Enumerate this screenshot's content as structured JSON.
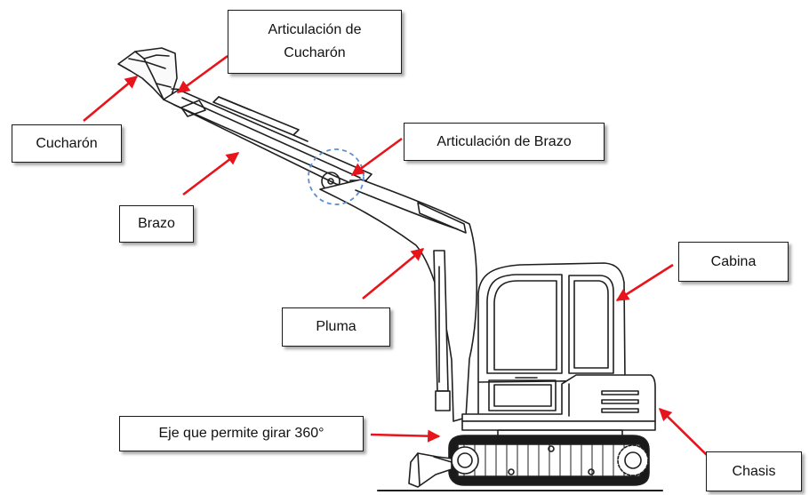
{
  "diagram": {
    "colors": {
      "arrow": "#e8141b",
      "outline": "#1f1f1f",
      "focus_circle": "#5b8fd1",
      "label_border": "#1a1a1a"
    },
    "labels": {
      "articulacion_cucharon": "Articulación de\nCucharón",
      "cucharon": "Cucharón",
      "articulacion_brazo": "Articulación de Brazo",
      "brazo": "Brazo",
      "cabina": "Cabina",
      "pluma": "Pluma",
      "eje": "Eje que permite girar 360°",
      "chasis": "Chasis"
    }
  }
}
